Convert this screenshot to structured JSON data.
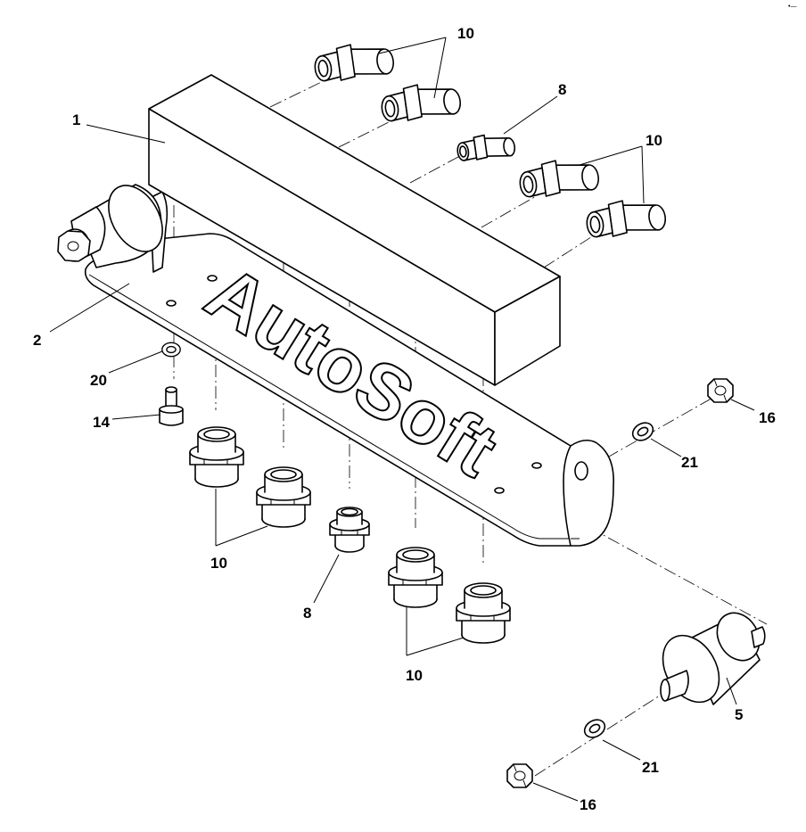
{
  "diagram": {
    "callouts": {
      "c1": "1",
      "c2": "2",
      "c5": "5",
      "c8a": "8",
      "c8b": "8",
      "c10a": "10",
      "c10b": "10",
      "c10c": "10",
      "c10d": "10",
      "c14": "14",
      "c16a": "16",
      "c16b": "16",
      "c20": "20",
      "c21a": "21",
      "c21b": "21"
    },
    "watermark": "AutoSoft",
    "corner_mark": "•—"
  }
}
